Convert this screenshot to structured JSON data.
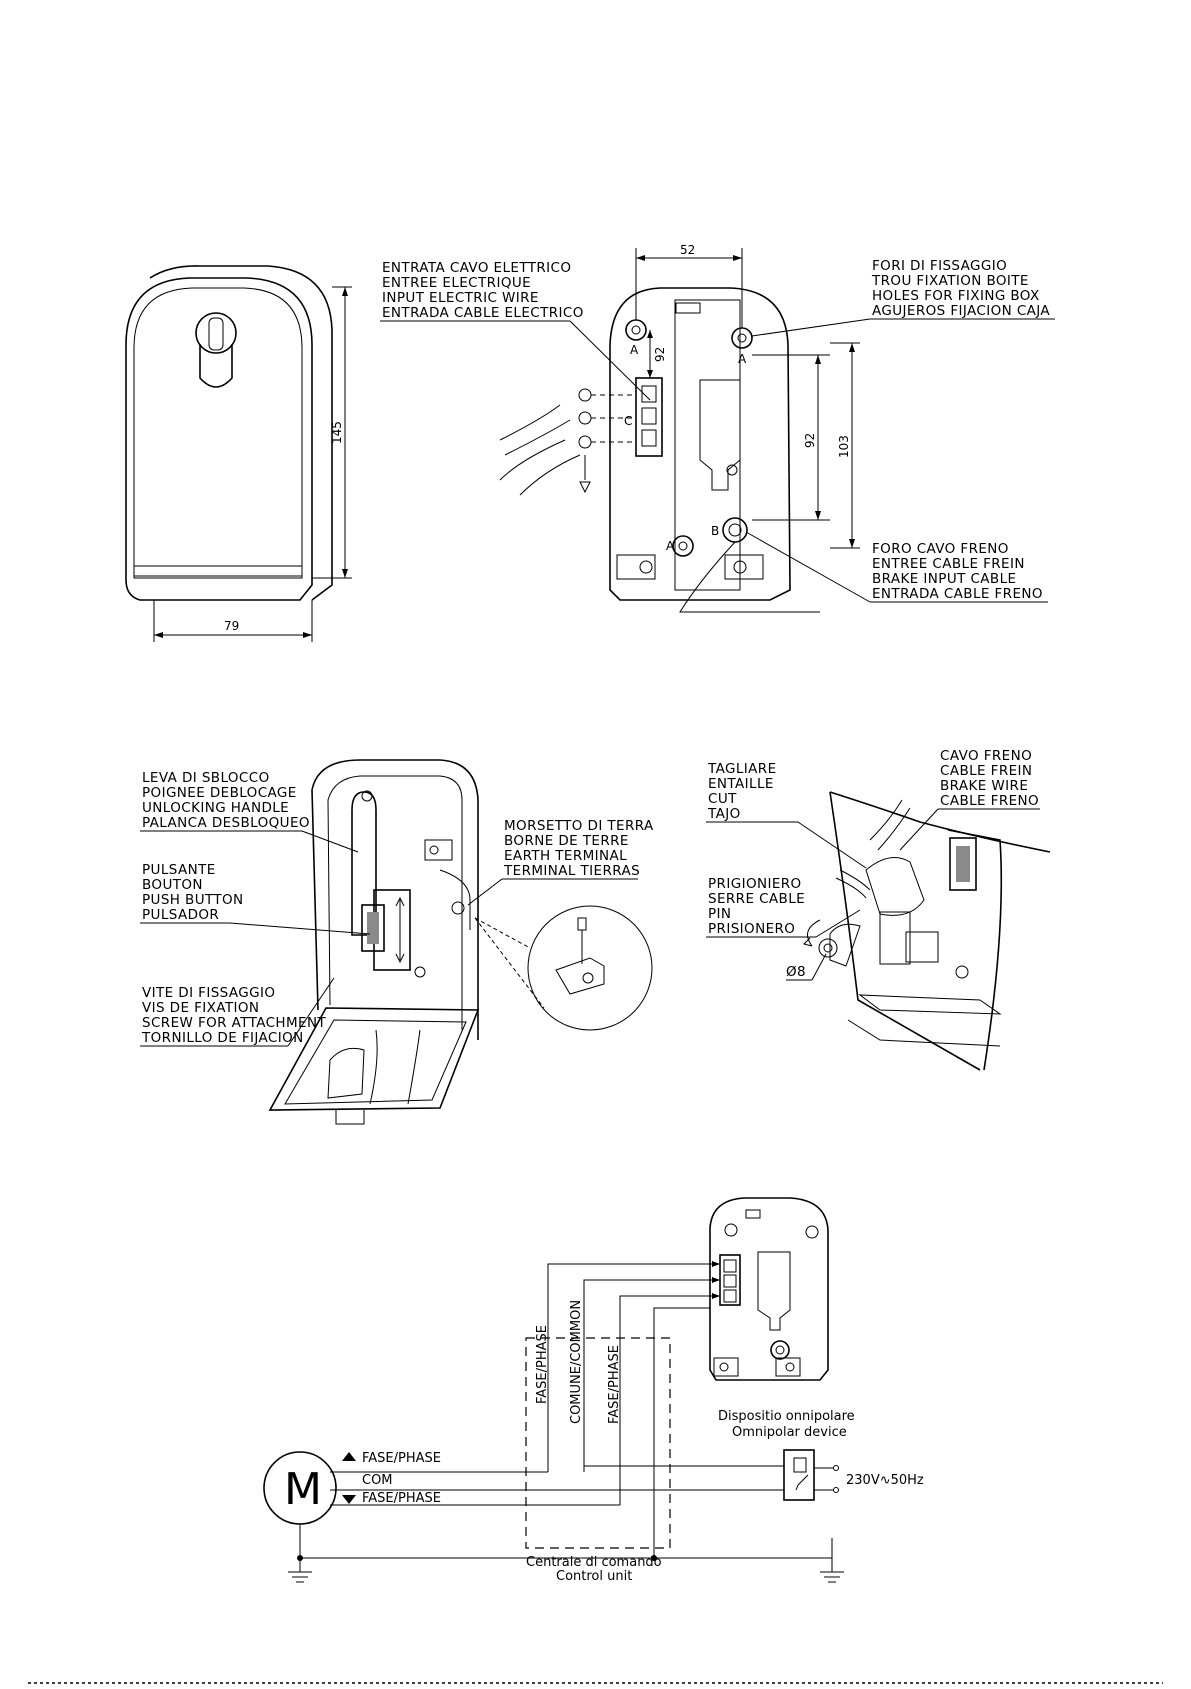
{
  "labels": {
    "cable_entry": [
      "ENTRATA CAVO ELETTRICO",
      "ENTREE ELECTRIQUE",
      "INPUT ELECTRIC WIRE",
      "ENTRADA CABLE ELECTRICO"
    ],
    "fixing_holes": [
      "FORI DI FISSAGGIO",
      "TROU FIXATION BOITE",
      "HOLES FOR FIXING BOX",
      "AGUJEROS FIJACION CAJA"
    ],
    "brake_cable_hole": [
      "FORO CAVO FRENO",
      "ENTREE CABLE FREIN",
      "BRAKE INPUT CABLE",
      "ENTRADA CABLE FRENO"
    ],
    "unlock_handle": [
      "LEVA DI SBLOCCO",
      "POIGNEE DEBLOCAGE",
      "UNLOCKING HANDLE",
      "PALANCA DESBLOQUEO"
    ],
    "push_button": [
      "PULSANTE",
      "BOUTON",
      "PUSH BUTTON",
      "PULSADOR"
    ],
    "fixing_screw": [
      "VITE DI FISSAGGIO",
      "VIS DE FIXATION",
      "SCREW FOR ATTACHMENT",
      "TORNILLO DE FIJACION"
    ],
    "earth_terminal": [
      "MORSETTO DI TERRA",
      "BORNE DE TERRE",
      "EARTH TERMINAL",
      "TERMINAL TIERRAS"
    ],
    "cut": [
      "TAGLIARE",
      "ENTAILLE",
      "CUT",
      "TAJO"
    ],
    "brake_wire": [
      "CAVO FRENO",
      "CABLE FREIN",
      "BRAKE WIRE",
      "CABLE FRENO"
    ],
    "pin": [
      "PRIGIONIERO",
      "SERRE CABLE",
      "PIN",
      "PRISIONERO"
    ]
  },
  "dimensions": {
    "height_145": "145",
    "width_79": "79",
    "width_52": "52",
    "hole_92a": "92",
    "hole_92b": "92",
    "hole_103": "103",
    "diameter": "Ø8",
    "hole_a1": "A",
    "hole_a2": "A",
    "hole_a3": "A",
    "hole_b": "B",
    "hole_c": "C"
  },
  "wiring": {
    "fase_phase_up": "FASE/PHASE",
    "com": "COM",
    "fase_phase_down": "FASE/PHASE",
    "motor": "M",
    "vertical_fase1": "FASE/PHASE",
    "vertical_common": "COMUNE/COMMON",
    "vertical_fase2": "FASE/PHASE",
    "omnipolar_it": "Dispositio onnipolare",
    "omnipolar_en": "Omnipolar device",
    "supply": "230V∿50Hz",
    "control_it": "Centrale di comando",
    "control_en": "Control unit"
  }
}
